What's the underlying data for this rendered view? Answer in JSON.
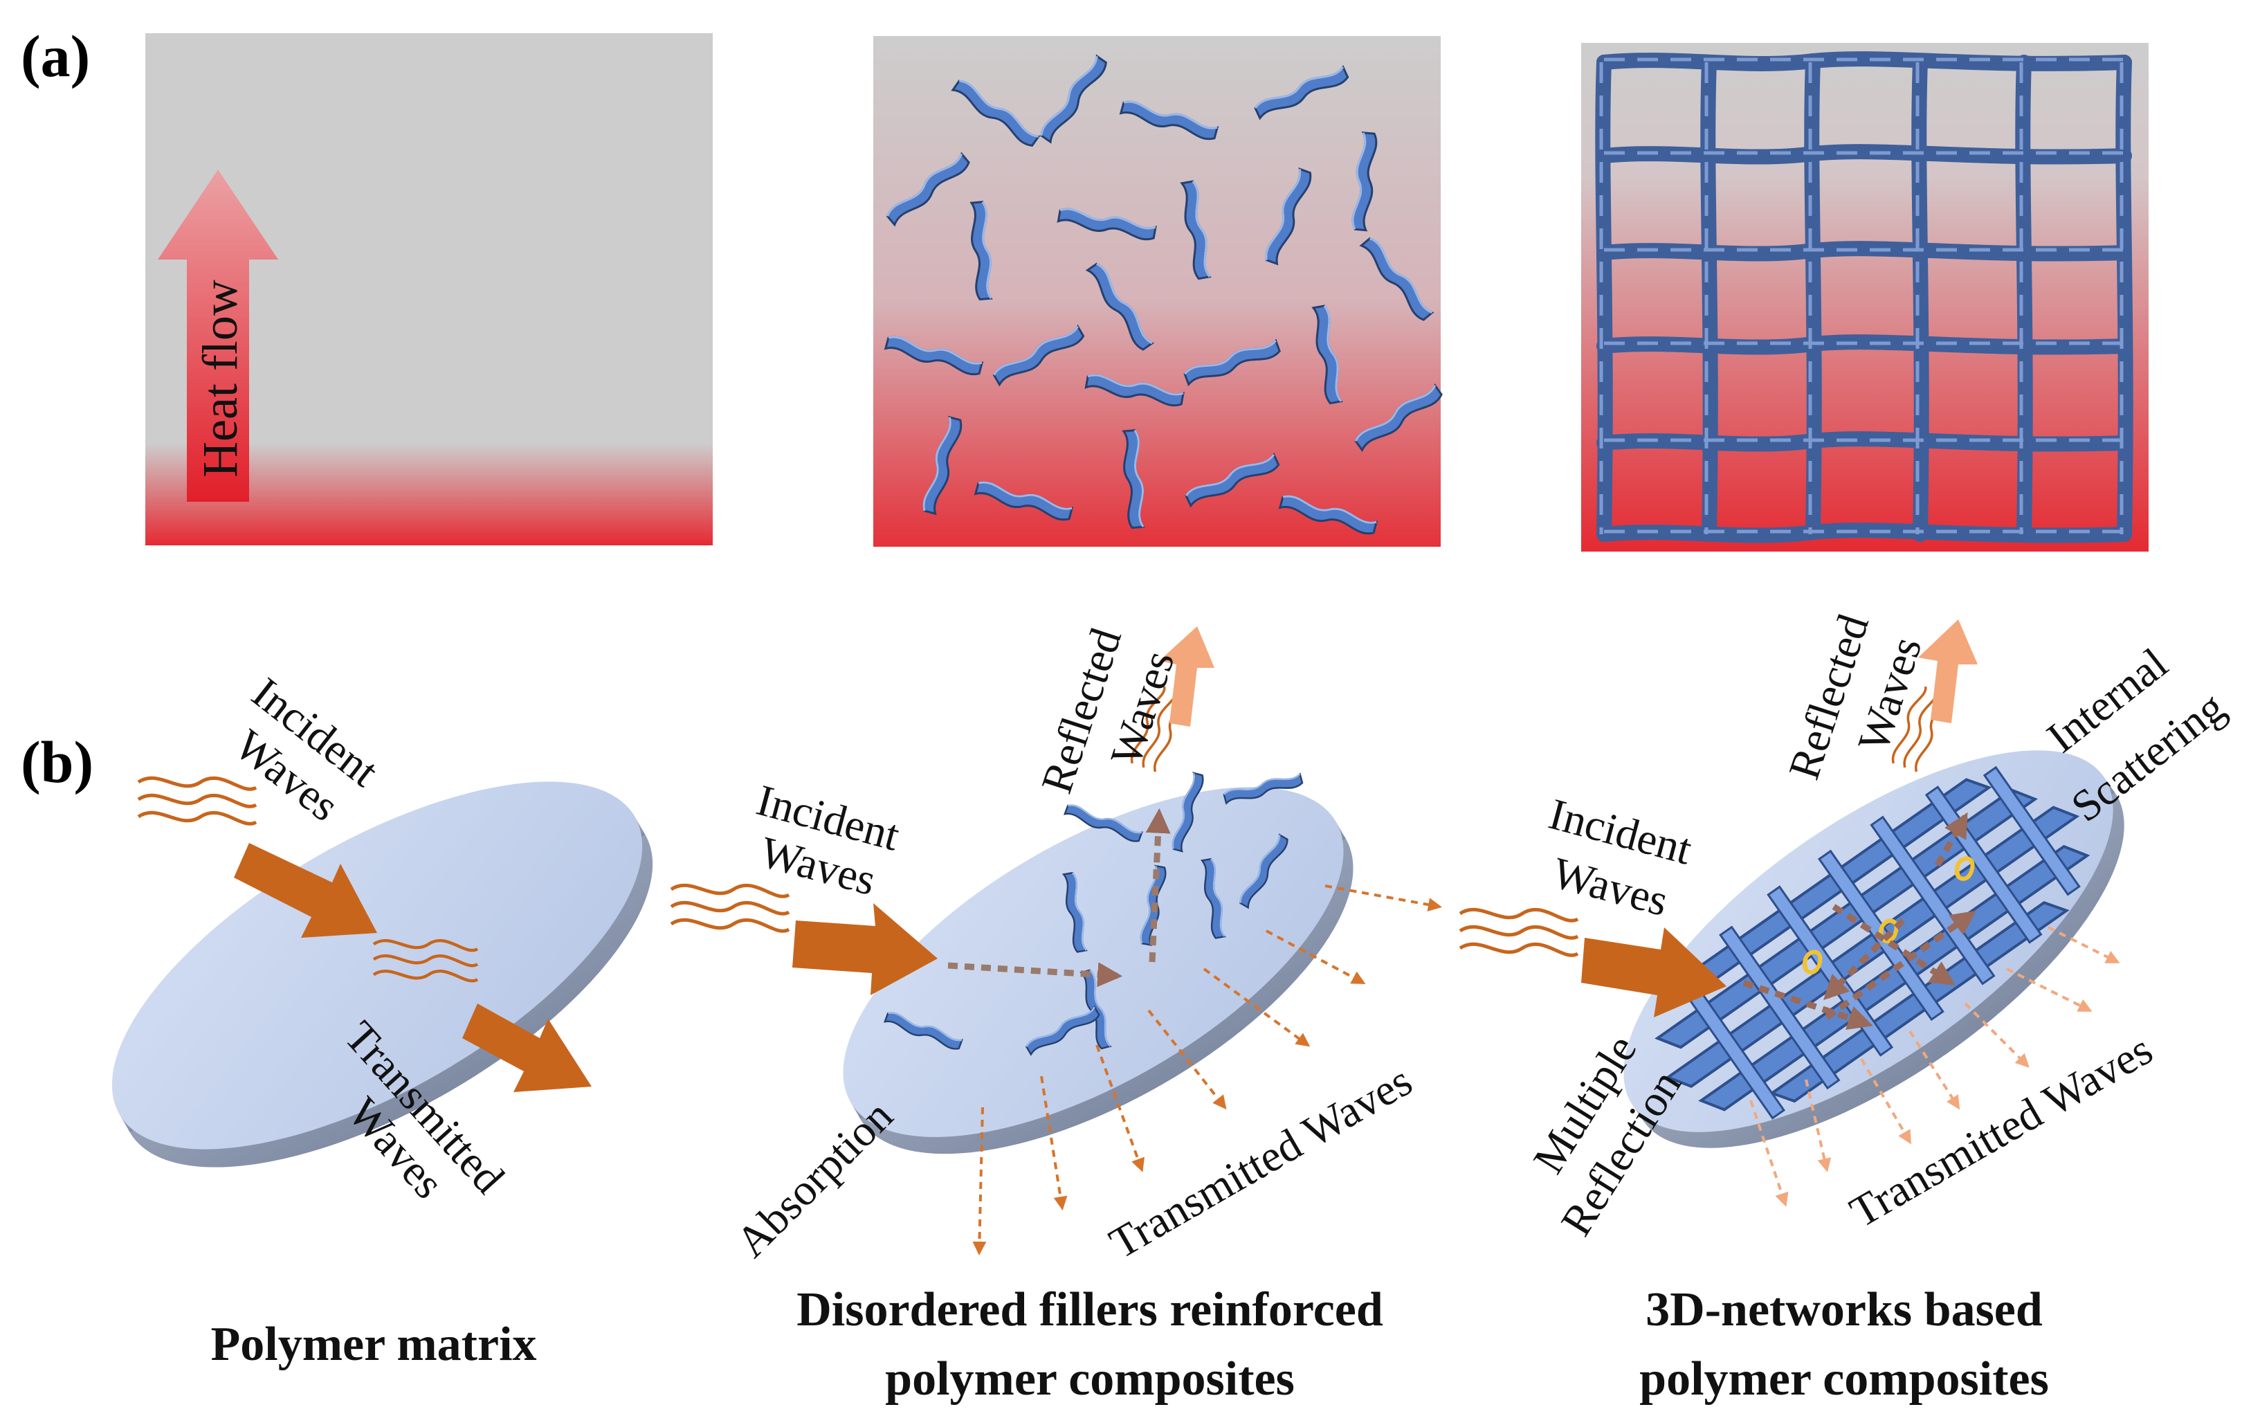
{
  "panel_labels": {
    "a": "(a)",
    "b": "(b)"
  },
  "panel_a": {
    "heat_flow_label": "Heat flow"
  },
  "panel_b": {
    "polymer_matrix": {
      "incident_line1": "Incident",
      "incident_line2": "Waves",
      "transmitted_line1": "Transmitted",
      "transmitted_line2": "Waves",
      "caption": "Polymer matrix"
    },
    "disordered": {
      "reflected_line1": "Reflected",
      "reflected_line2": "Waves",
      "incident_line1": "Incident",
      "incident_line2": "Waves",
      "absorption": "Absorption",
      "transmitted": "Transmitted Waves",
      "caption_line1": "Disordered fillers reinforced",
      "caption_line2": "polymer composites"
    },
    "network": {
      "reflected_line1": "Reflected",
      "reflected_line2": "Waves",
      "internal_line1": "Internal",
      "internal_line2": "Scattering",
      "incident_line1": "Incident",
      "incident_line2": "Waves",
      "multiple_line1": "Multiple",
      "multiple_line2": "Reflection",
      "transmitted": "Transmitted Waves",
      "caption_line1": "3D-networks based",
      "caption_line2": "polymer composites"
    }
  },
  "colors": {
    "matrix_gray": "#cdcdcd",
    "heat_red": "#e52a32",
    "filler_blue": "#4a78c4",
    "disk_blue": "#c7d5ee",
    "arrow_orange": "#c8651c",
    "reflected_peach": "#f4a77a"
  }
}
